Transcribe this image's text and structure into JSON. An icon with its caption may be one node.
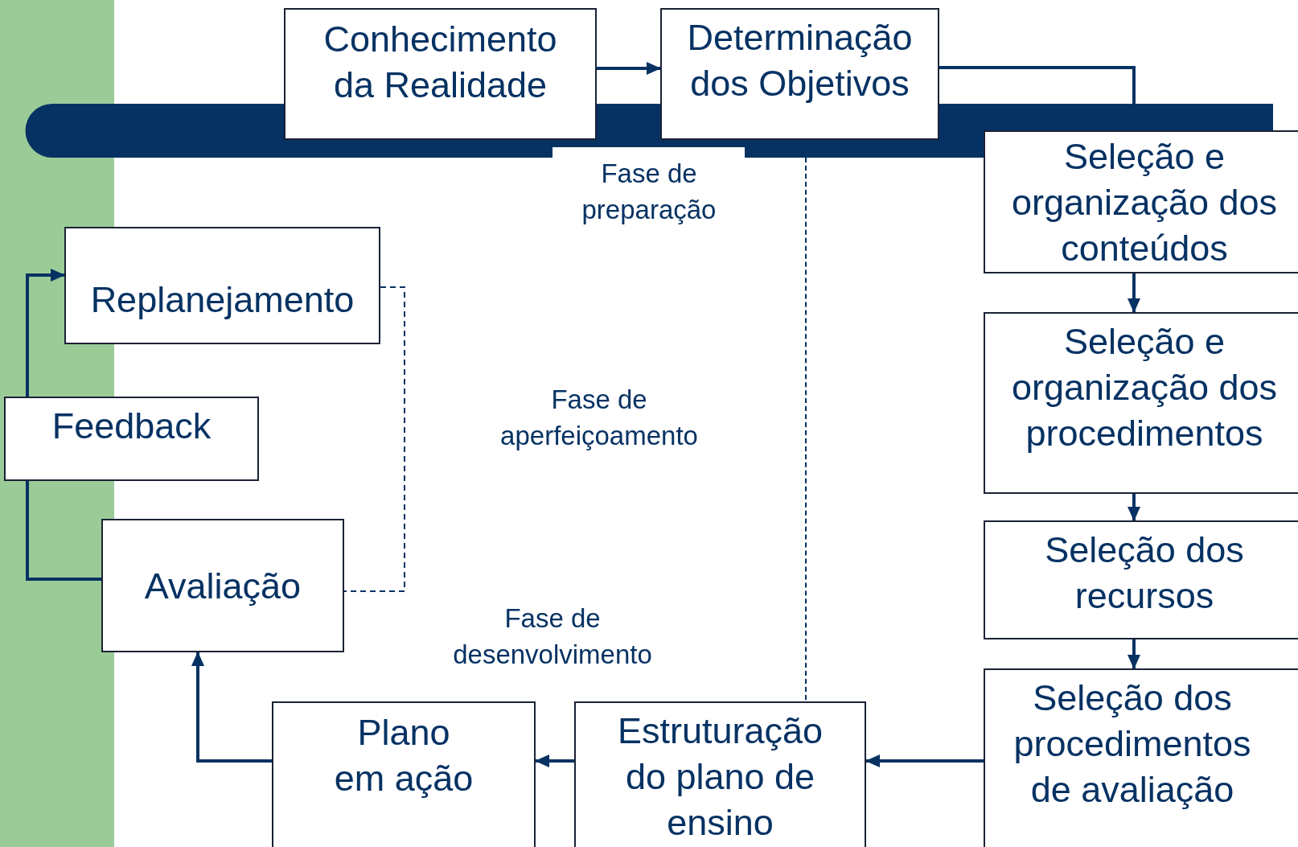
{
  "diagram": {
    "nodes": [
      {
        "text": [
          "Conhecimento da Realidade"
        ]
      },
      {
        "text": [
          "Determinação dos Objetivos"
        ]
      },
      {
        "text": [
          "Seleção e organização dos conteúdos"
        ]
      },
      {
        "text": [
          "Seleção e organização dos procedimentos"
        ]
      },
      {
        "text": [
          "Seleção dos recursos"
        ]
      },
      {
        "text": [
          "Seleção dos procedimentos de avaliação"
        ]
      },
      {
        "text": [
          "Estruturação do plano de ensino"
        ]
      },
      {
        "text": [
          "Plano em ação"
        ]
      },
      {
        "text": [
          "Avaliação"
        ]
      },
      {
        "text": [
          "Feedback"
        ]
      },
      {
        "text": [
          "Replanejamento"
        ]
      }
    ],
    "edges": [
      {
        "from": 0,
        "to": 1,
        "arrow": "to"
      },
      {
        "from": 1,
        "to": 2,
        "arrow": "none"
      },
      {
        "from": 2,
        "to": 3,
        "arrow": "to"
      },
      {
        "from": 3,
        "to": 4,
        "arrow": "to"
      },
      {
        "from": 4,
        "to": 5,
        "arrow": "to"
      },
      {
        "from": 5,
        "to": 6,
        "arrow": "to"
      },
      {
        "from": 6,
        "to": 7,
        "arrow": "to"
      },
      {
        "from": 7,
        "to": 8,
        "arrow": "to"
      },
      {
        "from": 8,
        "to": 9,
        "arrow": "none"
      },
      {
        "from": 9,
        "to": 10,
        "arrow": "to"
      },
      {
        "from": 10,
        "to": 8,
        "arrow": "none",
        "style": "dashed"
      }
    ],
    "labels": [
      "Fase de preparação",
      "Fase de aperfeiçoamento",
      "Fase de desenvolvimento"
    ]
  }
}
